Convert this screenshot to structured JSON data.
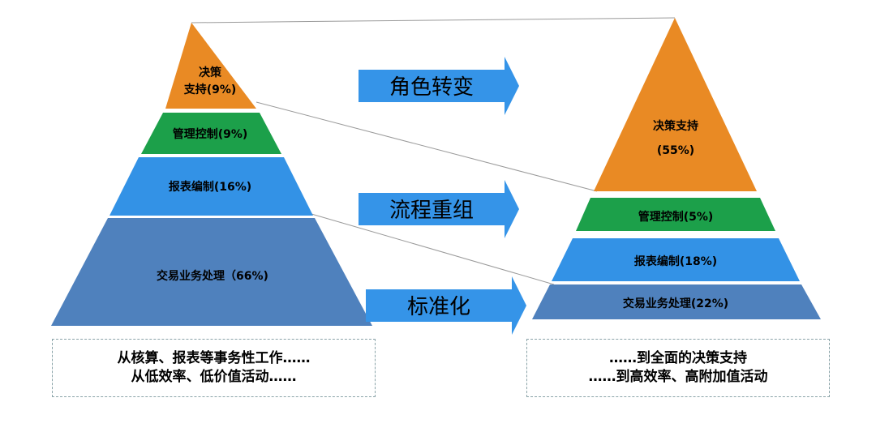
{
  "colors": {
    "decision": "#E98A24",
    "control": "#1CA04A",
    "report": "#3392E6",
    "transaction": "#4F81BD",
    "arrow": "#3594E8",
    "connector": "#9A9A9A",
    "caption_border": "#8AA3A8"
  },
  "left_pyramid": {
    "decision": {
      "line1": "决策",
      "line2": "支持(9%)",
      "share": 9
    },
    "control": {
      "label": "管理控制(9%)",
      "share": 9
    },
    "report": {
      "label": "报表编制(16%)",
      "share": 16
    },
    "transaction": {
      "label": "交易业务处理（66%)",
      "share": 66
    }
  },
  "right_pyramid": {
    "decision": {
      "line1": "决策支持",
      "line2": "(55%)",
      "share": 55
    },
    "control": {
      "label": "管理控制(5%)",
      "share": 5
    },
    "report": {
      "label": "报表编制(18%)",
      "share": 18
    },
    "transaction": {
      "label": "交易业务处理(22%)",
      "share": 22
    }
  },
  "arrows": [
    {
      "label": "角色转变"
    },
    {
      "label": "流程重组"
    },
    {
      "label": "标准化"
    }
  ],
  "captions": {
    "left": {
      "line1": "从核算、报表等事务性工作……",
      "line2": "从低效率、低价值活动……"
    },
    "right": {
      "line1": "……到全面的决策支持",
      "line2": "……到高效率、高附加值活动"
    }
  }
}
